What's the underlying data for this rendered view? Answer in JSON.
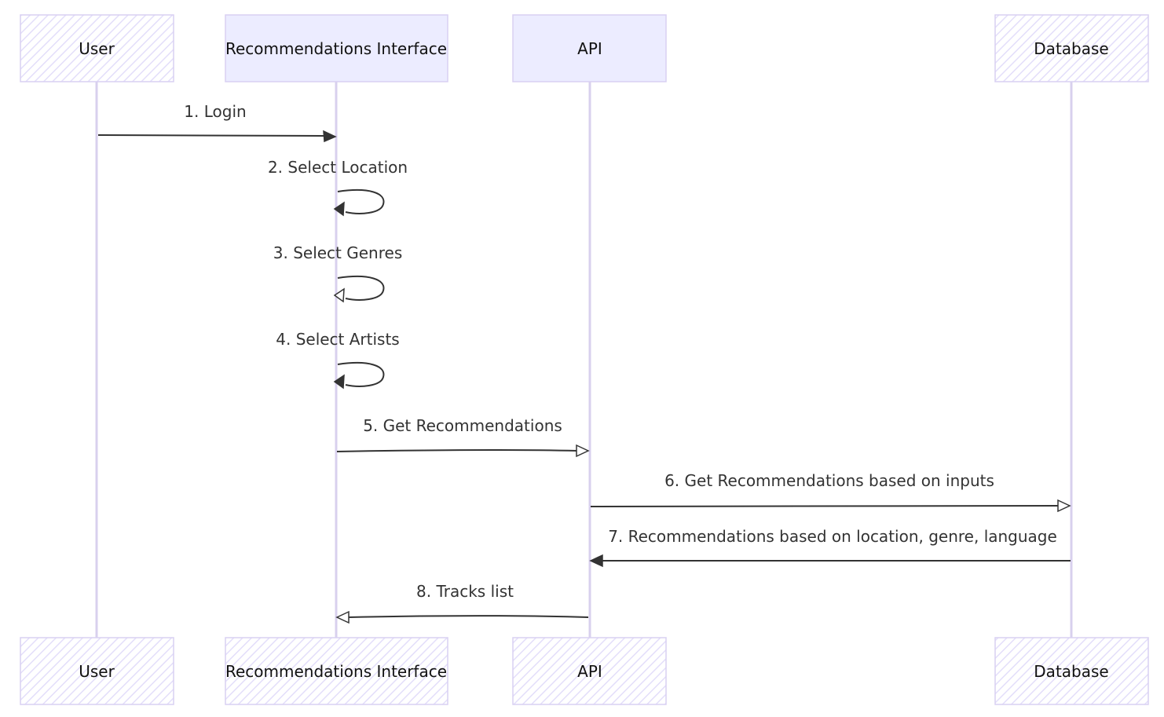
{
  "participants": [
    {
      "id": "user",
      "label": "User"
    },
    {
      "id": "ui",
      "label": "Recommendations Interface"
    },
    {
      "id": "api",
      "label": "API"
    },
    {
      "id": "db",
      "label": "Database"
    }
  ],
  "messages": [
    {
      "label": "1. Login",
      "from": "user",
      "to": "ui"
    },
    {
      "label": "2. Select Location",
      "from": "ui",
      "to": "ui"
    },
    {
      "label": "3. Select Genres",
      "from": "ui",
      "to": "ui"
    },
    {
      "label": "4. Select Artists",
      "from": "ui",
      "to": "ui"
    },
    {
      "label": "5. Get Recommendations",
      "from": "ui",
      "to": "api"
    },
    {
      "label": "6. Get Recommendations based on inputs",
      "from": "api",
      "to": "db"
    },
    {
      "label": "7. Recommendations based on location, genre, language",
      "from": "db",
      "to": "api"
    },
    {
      "label": "8. Tracks list",
      "from": "api",
      "to": "ui"
    }
  ],
  "colors": {
    "actor_fill": "#ececff",
    "actor_border": "#d9d0f2",
    "lifeline": "#d8d0ee",
    "message": "#333333"
  }
}
